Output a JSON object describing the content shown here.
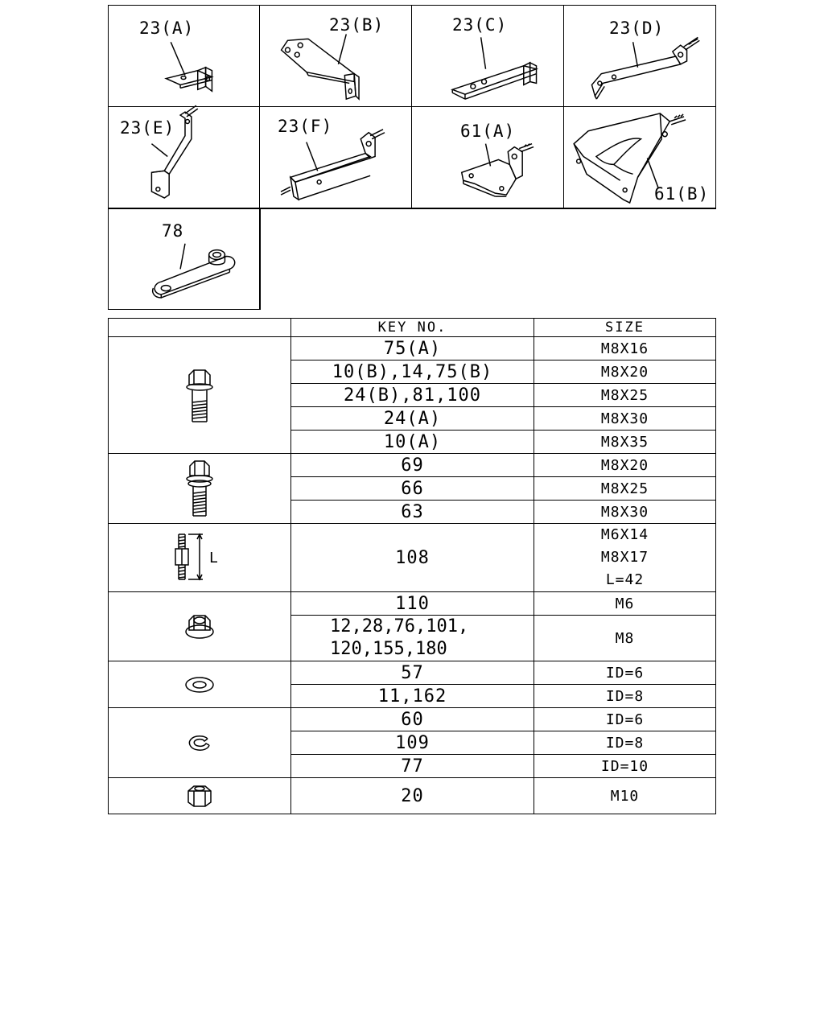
{
  "parts": [
    {
      "id": "23a",
      "label": "23(A)"
    },
    {
      "id": "23b",
      "label": "23(B)"
    },
    {
      "id": "23c",
      "label": "23(C)"
    },
    {
      "id": "23d",
      "label": "23(D)"
    },
    {
      "id": "23e",
      "label": "23(E)"
    },
    {
      "id": "23f",
      "label": "23(F)"
    },
    {
      "id": "61a",
      "label": "61(A)"
    },
    {
      "id": "61b",
      "label": "61(B)"
    },
    {
      "id": "78",
      "label": "78"
    }
  ],
  "table": {
    "headers": {
      "key": "KEY NO.",
      "size": "SIZE"
    },
    "groups": [
      {
        "icon": "flange-bolt-icon",
        "rows": [
          {
            "key": "75(A)",
            "size": "M8X16"
          },
          {
            "key": "10(B),14,75(B)",
            "size": "M8X20"
          },
          {
            "key": "24(B),81,100",
            "size": "M8X25"
          },
          {
            "key": "24(A)",
            "size": "M8X30"
          },
          {
            "key": "10(A)",
            "size": "M8X35"
          }
        ]
      },
      {
        "icon": "washer-bolt-icon",
        "rows": [
          {
            "key": "69",
            "size": "M8X20"
          },
          {
            "key": "66",
            "size": "M8X25"
          },
          {
            "key": "63",
            "size": "M8X30"
          }
        ]
      },
      {
        "icon": "stud-bolt-icon",
        "icon_label": "L",
        "rows": [
          {
            "key": "108",
            "size_lines": [
              "M6X14",
              "M8X17",
              "L=42"
            ]
          }
        ]
      },
      {
        "icon": "flange-nut-icon",
        "rows": [
          {
            "key": "110",
            "size": "M6"
          },
          {
            "key_lines": [
              "12,28,76,101,",
              "120,155,180"
            ],
            "size": "M8"
          }
        ]
      },
      {
        "icon": "flat-washer-icon",
        "rows": [
          {
            "key": "57",
            "size": "ID=6"
          },
          {
            "key": "11,162",
            "size": "ID=8"
          }
        ]
      },
      {
        "icon": "e-ring-icon",
        "rows": [
          {
            "key": "60",
            "size": "ID=6"
          },
          {
            "key": "109",
            "size": "ID=8"
          },
          {
            "key": "77",
            "size": "ID=10"
          }
        ]
      },
      {
        "icon": "hex-nut-icon",
        "rows": [
          {
            "key": "20",
            "size": "M10"
          }
        ]
      }
    ]
  }
}
